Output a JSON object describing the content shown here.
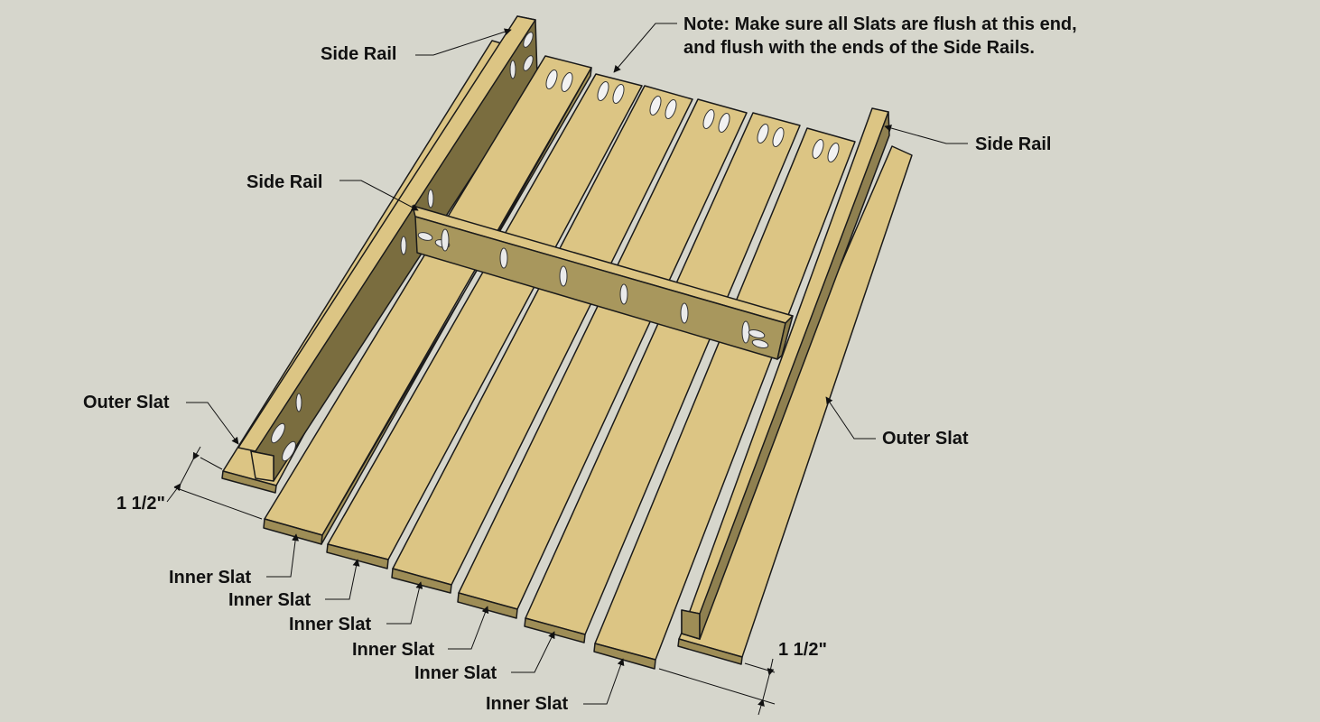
{
  "labels": {
    "side_rail": "Side Rail",
    "outer_slat": "Outer Slat",
    "inner_slat": "Inner Slat",
    "dimension": "1 1/2\""
  },
  "note": {
    "line1": "Note: Make sure all Slats are flush at this end,",
    "line2": "and flush with the ends of the Side Rails."
  },
  "colors": {
    "background": "#d6d6cc",
    "wood_top": "#dcc584",
    "wood_side": "#9e8d56",
    "wood_dark": "#6e6337",
    "outline": "#1a1a1a"
  }
}
